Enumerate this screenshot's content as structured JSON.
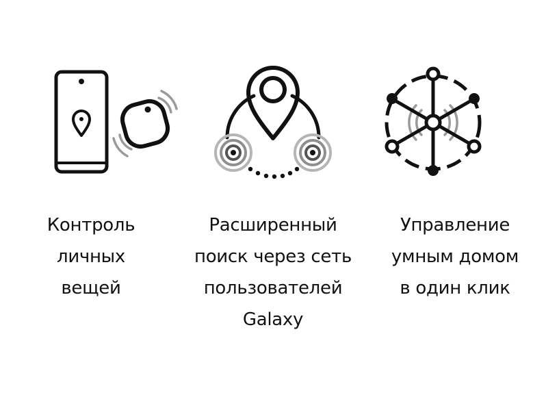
{
  "features": [
    {
      "icon": "phone-tracker-icon",
      "caption_lines": [
        "Контроль",
        "личных",
        "вещей"
      ]
    },
    {
      "icon": "location-network-icon",
      "caption_lines": [
        "Расширенный",
        "поиск через сеть",
        "пользователей",
        "Galaxy"
      ]
    },
    {
      "icon": "smart-home-hub-icon",
      "caption_lines": [
        "Управление",
        "умным домом",
        "в один клик"
      ]
    }
  ],
  "colors": {
    "icon_stroke": "#111111",
    "wave_gray": "#9a9a9a",
    "background": "#ffffff"
  }
}
